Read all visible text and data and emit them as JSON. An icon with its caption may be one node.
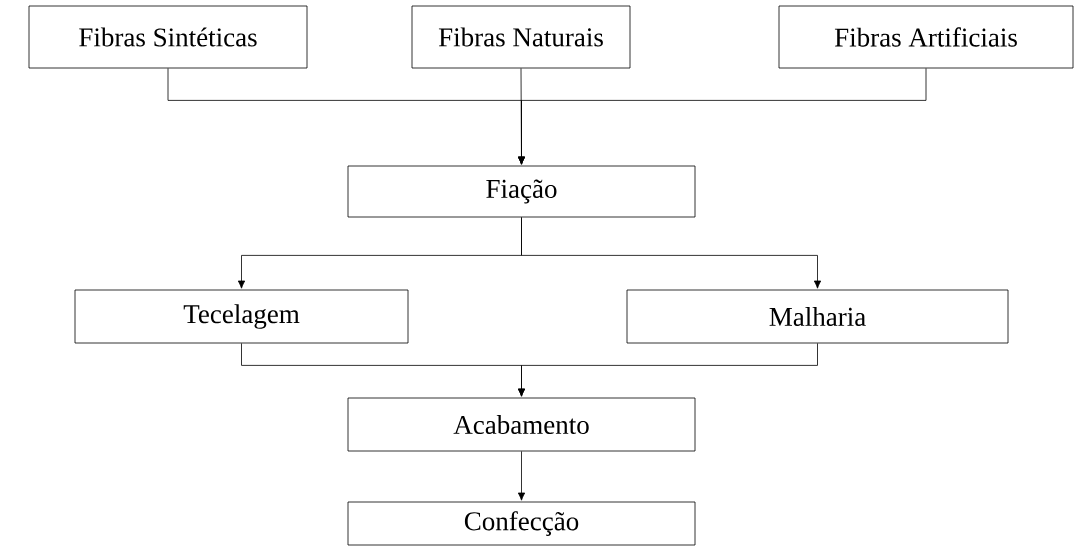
{
  "diagram": {
    "nodes": [
      {
        "text": [
          "Fibras Sintéticas"
        ]
      },
      {
        "text": [
          "Fibras Naturais"
        ]
      },
      {
        "text": [
          "Fibras Artificiais"
        ]
      },
      {
        "text": [
          "Fiação"
        ]
      },
      {
        "text": [
          "Tecelagem"
        ]
      },
      {
        "text": [
          "Malharia"
        ]
      },
      {
        "text": [
          "Acabamento"
        ]
      },
      {
        "text": [
          "Confecção"
        ]
      }
    ],
    "edges": [
      {
        "from": 0,
        "to": 3,
        "arrow": "to"
      },
      {
        "from": 1,
        "to": 3,
        "arrow": "to"
      },
      {
        "from": 2,
        "to": 3,
        "arrow": "to"
      },
      {
        "from": 3,
        "to": 4,
        "arrow": "to"
      },
      {
        "from": 3,
        "to": 5,
        "arrow": "to"
      },
      {
        "from": 4,
        "to": 6,
        "arrow": "to"
      },
      {
        "from": 5,
        "to": 6,
        "arrow": "to"
      },
      {
        "from": 6,
        "to": 7,
        "arrow": "to"
      }
    ]
  }
}
